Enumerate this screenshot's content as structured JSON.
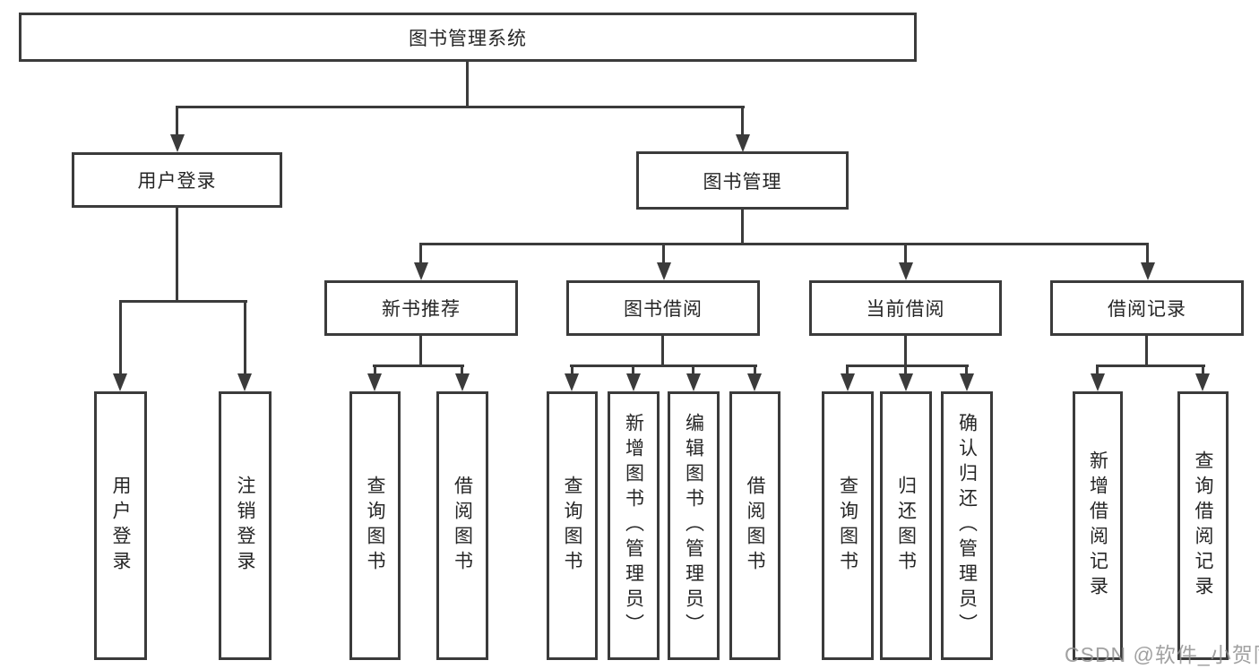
{
  "nodes": {
    "root": "图书管理系统",
    "user_login": "用户登录",
    "book_management": "图书管理",
    "new_book_recommend": "新书推荐",
    "book_borrowing": "图书借阅",
    "current_borrowing": "当前借阅",
    "borrowing_records": "借阅记录",
    "leaf_user_login": "用户登录",
    "leaf_logout": "注销登录",
    "leaf_query_books_a": "查询图书",
    "leaf_borrow_books_a": "借阅图书",
    "leaf_query_books_b": "查询图书",
    "leaf_add_books_admin": "新增图书（管理员）",
    "leaf_edit_books_admin": "编辑图书（管理员）",
    "leaf_borrow_books_b": "借阅图书",
    "leaf_query_books_c": "查询图书",
    "leaf_return_books": "归还图书",
    "leaf_confirm_return_admin": "确认归还（管理员）",
    "leaf_add_borrow_record": "新增借阅记录",
    "leaf_query_borrow_record": "查询借阅记录"
  },
  "watermark": "CSDN @软件_小贺同学",
  "colors": {
    "line": "#3b3b3b",
    "text": "#262626",
    "background": "#ffffff",
    "watermark": "#919191"
  }
}
